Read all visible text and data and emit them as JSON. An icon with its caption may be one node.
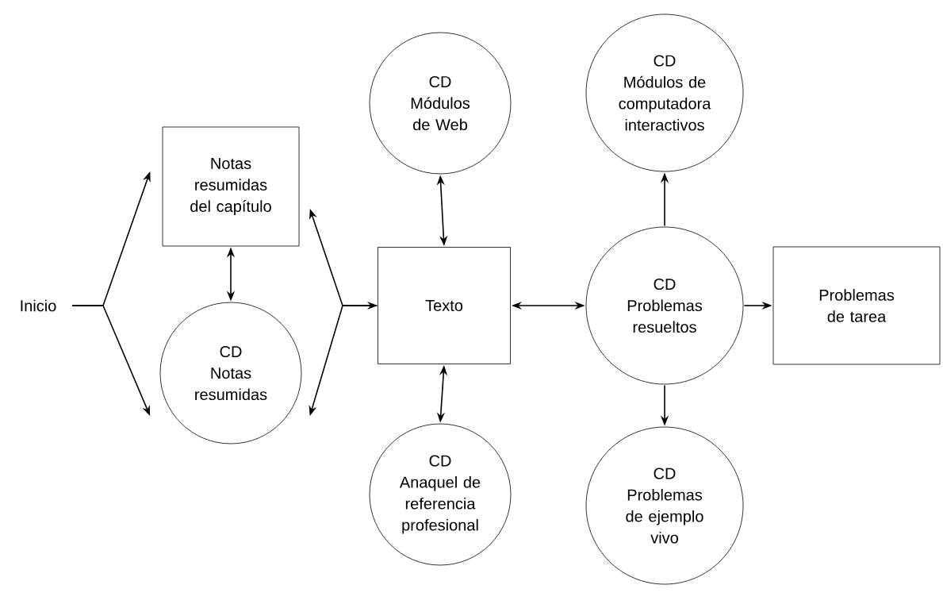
{
  "diagram": {
    "nodes": [
      {
        "text": [
          "Inicio"
        ]
      },
      {
        "text": [
          "Notas resumidas del capítulo"
        ]
      },
      {
        "text": [
          "CD",
          "Notas resumidas"
        ]
      },
      {
        "text": [
          "CD",
          "Módulos de Web"
        ]
      },
      {
        "text": [
          "Texto"
        ]
      },
      {
        "text": [
          "CD",
          "Anaquel de referencia profesional"
        ]
      },
      {
        "text": [
          "CD",
          "Módulos de computadora interactivos"
        ]
      },
      {
        "text": [
          "CD",
          "Problemas resueltos"
        ]
      },
      {
        "text": [
          "Problemas de tarea"
        ]
      },
      {
        "text": [
          "CD",
          "Problemas de ejemplo vivo"
        ]
      }
    ],
    "edges": [
      {
        "from": 0,
        "to": 1,
        "arrow": "to"
      },
      {
        "from": 0,
        "to": 2,
        "arrow": "to"
      },
      {
        "from": 1,
        "to": 2,
        "arrow": "both"
      },
      {
        "from": 1,
        "to": 4,
        "arrow": "both"
      },
      {
        "from": 2,
        "to": 4,
        "arrow": "both"
      },
      {
        "from": 3,
        "to": 4,
        "arrow": "both"
      },
      {
        "from": 4,
        "to": 5,
        "arrow": "both"
      },
      {
        "from": 4,
        "to": 7,
        "arrow": "both"
      },
      {
        "from": 7,
        "to": 6,
        "arrow": "to"
      },
      {
        "from": 7,
        "to": 8,
        "arrow": "to"
      },
      {
        "from": 7,
        "to": 9,
        "arrow": "to"
      }
    ]
  }
}
